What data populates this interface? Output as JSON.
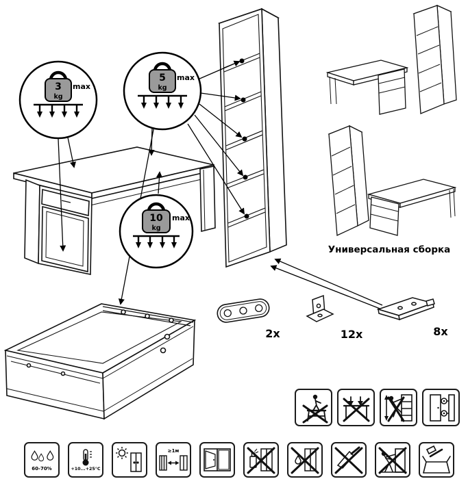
{
  "callouts": [
    {
      "weight": "3",
      "unit": "kg",
      "max": "max"
    },
    {
      "weight": "5",
      "unit": "kg",
      "max": "max"
    },
    {
      "weight": "10",
      "unit": "kg",
      "max": "max"
    }
  ],
  "hardware": [
    {
      "part": "connector-plate",
      "count": "2x"
    },
    {
      "part": "corner-bracket",
      "count": "12x"
    },
    {
      "part": "shelf-support",
      "count": "8x"
    }
  ],
  "universal_assembly": {
    "label": "Универсальная сборка"
  },
  "warnings": {
    "humidity": "60-70%",
    "temperature": "+10...+25°C",
    "distance": "≥1м"
  },
  "icons": {
    "conditions_row": [
      "humidity-icon",
      "temperature-icon",
      "no-direct-sunlight-icon",
      "min-distance-from-heat-icon",
      "ventilation-window-icon",
      "no-chemicals-icon",
      "no-moisture-icon",
      "no-sharp-tools-icon",
      "no-dragging-icon",
      "assembly-tools-box-icon"
    ],
    "usage_row": [
      "no-standing-on-furniture-icon",
      "no-leaning-on-table-icon",
      "no-climbing-shelves-icon",
      "door-hinge-adjustment-icon"
    ]
  },
  "drawings": [
    "desk-isometric",
    "tall-shelf-unit",
    "drawer-detail",
    "universal-desk-left",
    "universal-shelf-right",
    "universal-shelf-left",
    "universal-desk-right"
  ],
  "colors": {
    "line": "#000000",
    "weight_fill": "#9a9a9a"
  }
}
